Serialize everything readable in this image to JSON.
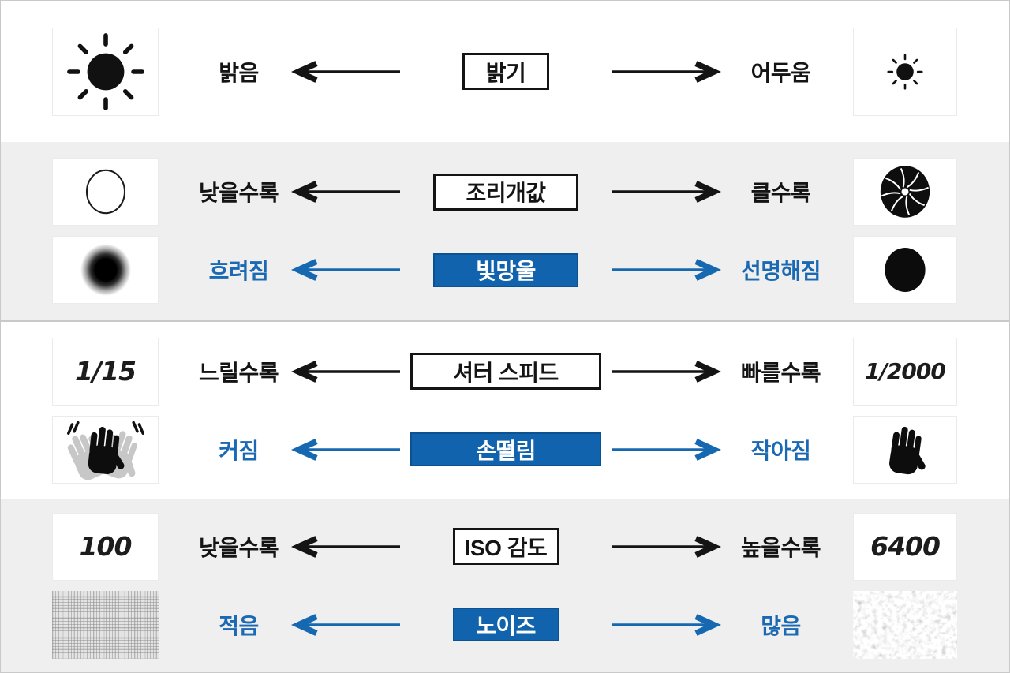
{
  "title": "camera-exposure-tradeoffs-infographic",
  "colors": {
    "ink": "#141414",
    "blue_fill": "#1063ac",
    "blue_border": "#0c5191",
    "blue_text": "#1a69b2",
    "section_alt_bg": "#efefef",
    "card_bg": "#ffffff",
    "card_border": "#ebebeb",
    "frame_border": "#c9c9c9"
  },
  "icons": {
    "row1_left": "sun-large-icon",
    "row1_right": "sun-small-icon",
    "row2_top_left": "aperture-open-circle-icon",
    "row2_top_right": "aperture-blades-icon",
    "row2_bottom_left": "bokeh-blurred-circle-icon",
    "row2_bottom_right": "bokeh-sharp-circle-icon",
    "row3_bottom_left": "hand-shake-icon",
    "row3_bottom_right": "hand-steady-icon",
    "row4_bottom_left": "noise-fine-texture",
    "row4_bottom_right": "noise-heavy-texture"
  },
  "sections": [
    {
      "id": "brightness",
      "rows": [
        {
          "theme": "black",
          "left_label": "밝음",
          "center": "밝기",
          "right_label": "어두움"
        }
      ]
    },
    {
      "id": "aperture",
      "rows": [
        {
          "theme": "black",
          "left_label": "낮을수록",
          "center": "조리개값",
          "right_label": "클수록"
        },
        {
          "theme": "blue",
          "left_label": "흐려짐",
          "center": "빛망울",
          "right_label": "선명해짐"
        }
      ]
    },
    {
      "id": "shutter",
      "rows": [
        {
          "theme": "black",
          "left_icon_text": "1/15",
          "left_label": "느릴수록",
          "center": "셔터 스피드",
          "right_label": "빠를수록",
          "right_icon_text": "1/2000"
        },
        {
          "theme": "blue",
          "left_label": "커짐",
          "center": "손떨림",
          "right_label": "작아짐"
        }
      ]
    },
    {
      "id": "iso",
      "rows": [
        {
          "theme": "black",
          "left_icon_text": "100",
          "left_label": "낮을수록",
          "center": "ISO 감도",
          "right_label": "높을수록",
          "right_icon_text": "6400"
        },
        {
          "theme": "blue",
          "left_label": "적음",
          "center": "노이즈",
          "right_label": "많음"
        }
      ]
    }
  ]
}
